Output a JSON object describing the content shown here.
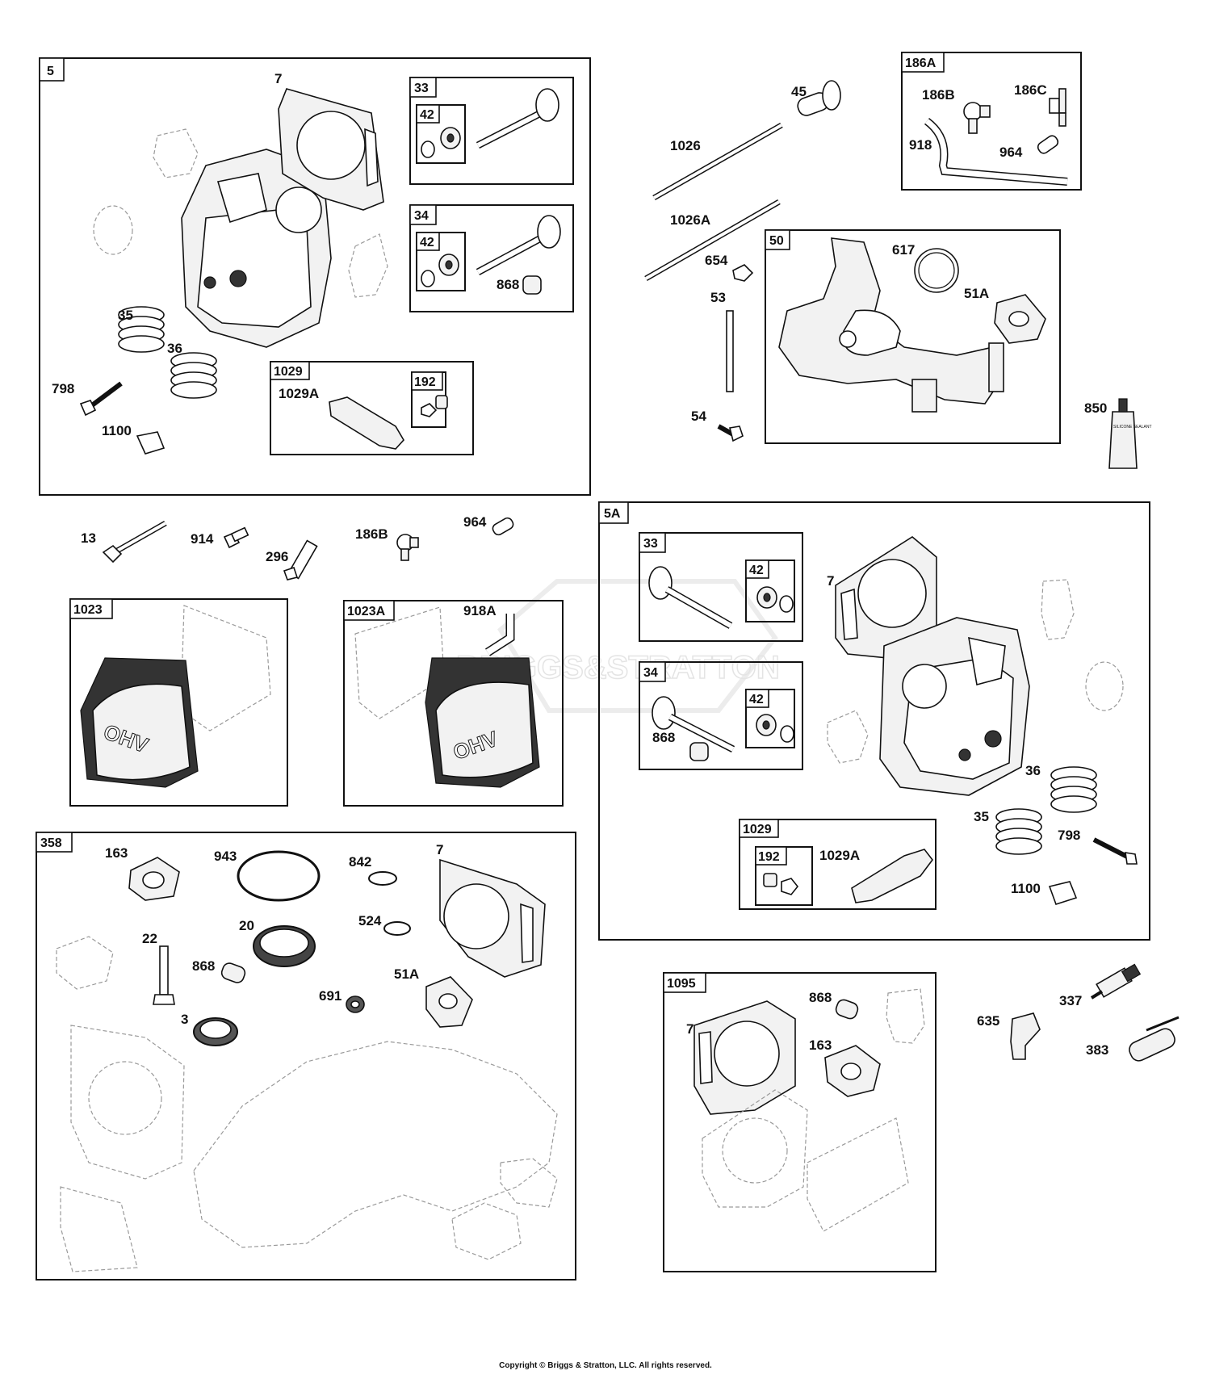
{
  "watermark": "BRIGGS&STRATTON",
  "copyright": "Copyright © Briggs & Stratton, LLC. All rights reserved.",
  "tube_label": "SILICONE SEALANT",
  "cover_text": "OHV",
  "groups": {
    "g5": "5",
    "g33": "33",
    "g34": "34",
    "g42a": "42",
    "g42b": "42",
    "g1029": "1029",
    "g192": "192",
    "g186A": "186A",
    "g50": "50",
    "g5A": "5A",
    "g33b": "33",
    "g42c": "42",
    "g34b": "34",
    "g42d": "42",
    "g1029b": "1029",
    "g192b": "192",
    "g1023": "1023",
    "g1023A": "1023A",
    "g358": "358",
    "g1095": "1095"
  },
  "labels": {
    "l7a": "7",
    "l35a": "35",
    "l36a": "36",
    "l798a": "798",
    "l1100a": "1100",
    "l868a": "868",
    "l1029Aa": "1029A",
    "l45": "45",
    "l1026": "1026",
    "l1026A": "1026A",
    "l654": "654",
    "l53": "53",
    "l54": "54",
    "l186B": "186B",
    "l186C": "186C",
    "l918": "918",
    "l964a": "964",
    "l617": "617",
    "l51Aa": "51A",
    "l850": "850",
    "l13": "13",
    "l914": "914",
    "l296": "296",
    "l186Bb": "186B",
    "l964b": "964",
    "l918A": "918A",
    "l7b": "7",
    "l868b": "868",
    "l36b": "36",
    "l35b": "35",
    "l798b": "798",
    "l1029Ab": "1029A",
    "l1100b": "1100",
    "l163a": "163",
    "l943": "943",
    "l842": "842",
    "l7c": "7",
    "l22": "22",
    "l20": "20",
    "l524": "524",
    "l868c": "868",
    "l51Ab": "51A",
    "l691": "691",
    "l3": "3",
    "l868d": "868",
    "l7d": "7",
    "l163b": "163",
    "l337": "337",
    "l635": "635",
    "l383": "383"
  }
}
